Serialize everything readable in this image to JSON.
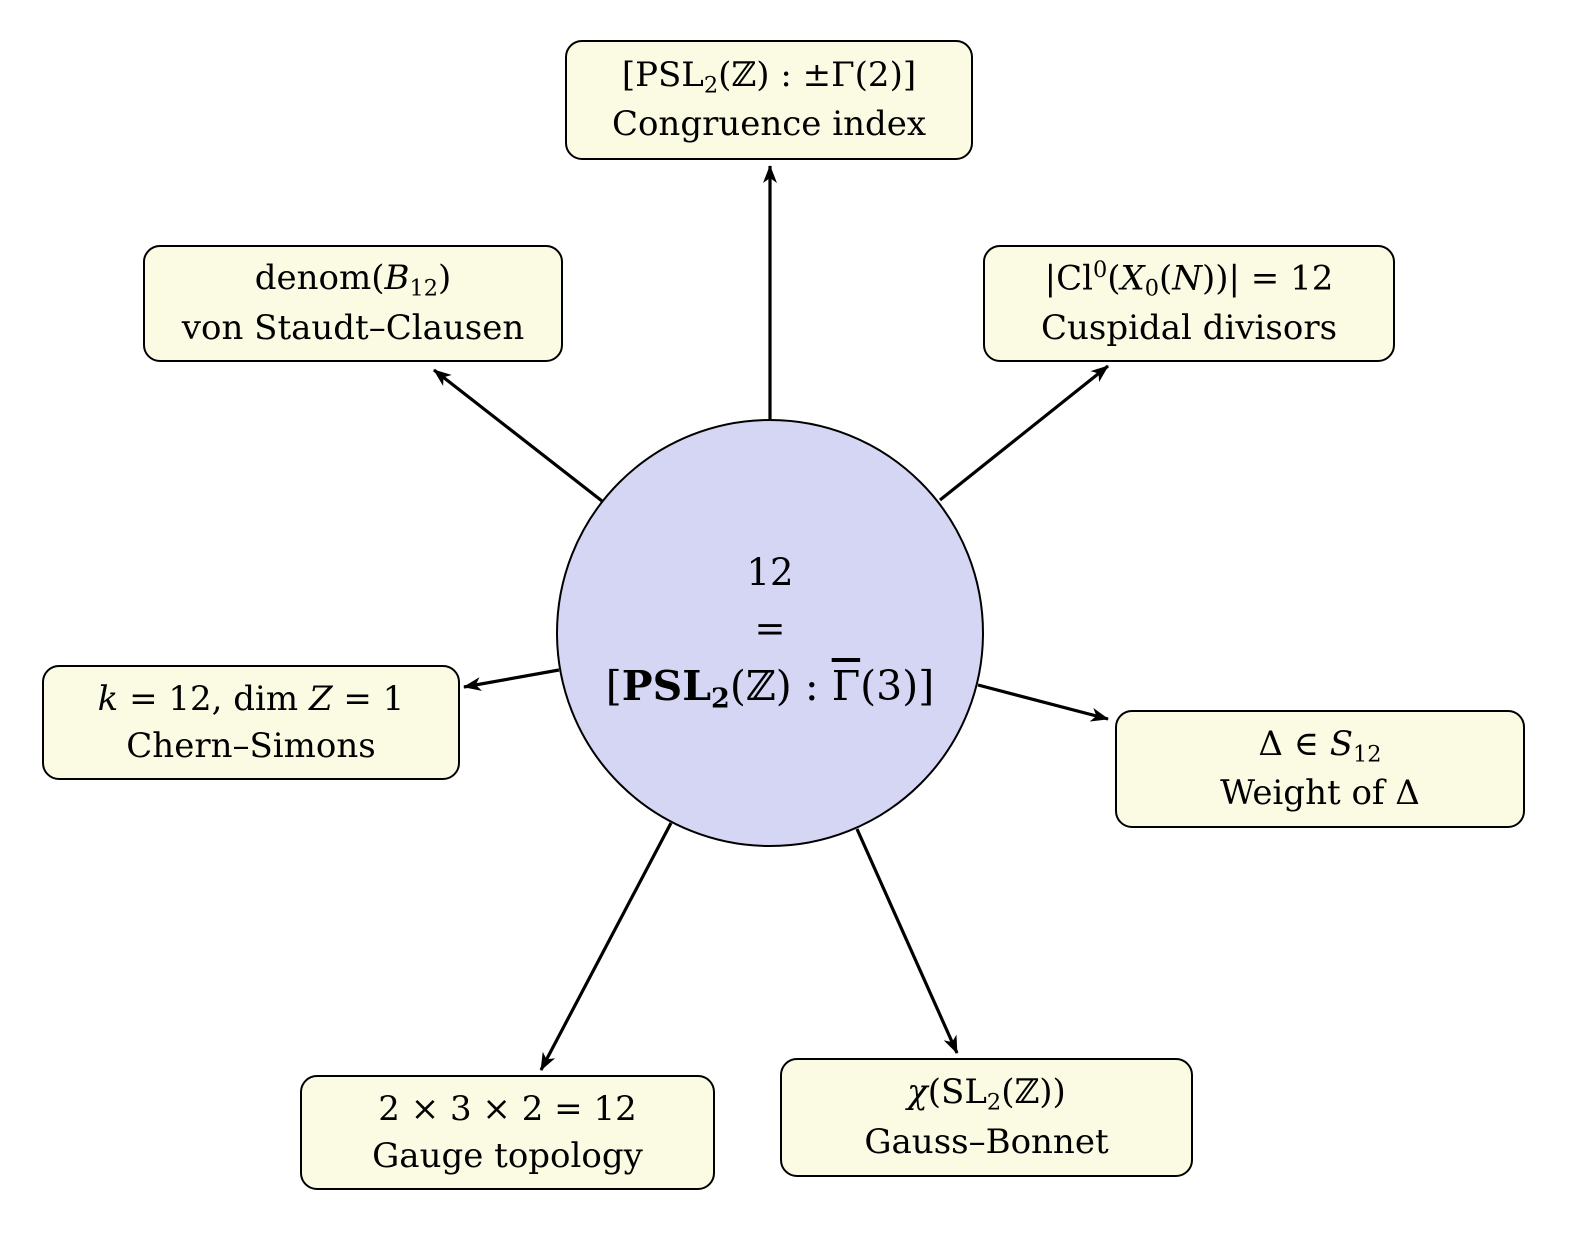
{
  "colors": {
    "background": "#ffffff",
    "node_fill": "#FBFBE4",
    "node_border": "#000000",
    "center_fill": "#D5D5F4",
    "arrow": "#000000"
  },
  "center": {
    "line1": "12",
    "line2": "=",
    "line3_tokens": [
      {
        "t": "["
      },
      {
        "t": "PSL",
        "s": "b"
      },
      {
        "t": "2",
        "s": "b sub"
      },
      {
        "t": "(ℤ) : "
      },
      {
        "t": "Γ",
        "s": "ov"
      },
      {
        "t": "(3)]"
      }
    ]
  },
  "nodes": {
    "congruence_index": {
      "math": [
        {
          "t": "[PSL"
        },
        {
          "t": "2",
          "s": "sub"
        },
        {
          "t": "(ℤ) : ±Γ(2)]"
        }
      ],
      "label": "Congruence index"
    },
    "von_staudt": {
      "math": [
        {
          "t": "denom("
        },
        {
          "t": "B",
          "s": "i"
        },
        {
          "t": "12",
          "s": "sub"
        },
        {
          "t": ")"
        }
      ],
      "label": "von Staudt–Clausen"
    },
    "cuspidal": {
      "math": [
        {
          "t": "|Cl"
        },
        {
          "t": "0",
          "s": "sup"
        },
        {
          "t": "("
        },
        {
          "t": "X",
          "s": "i"
        },
        {
          "t": "0",
          "s": "sub"
        },
        {
          "t": "("
        },
        {
          "t": "N",
          "s": "i"
        },
        {
          "t": "))| = 12"
        }
      ],
      "label": "Cuspidal divisors"
    },
    "chern_simons": {
      "math": [
        {
          "t": "k",
          "s": "i"
        },
        {
          "t": " = 12, dim "
        },
        {
          "t": "Z",
          "s": "i"
        },
        {
          "t": " = 1"
        }
      ],
      "label": "Chern–Simons"
    },
    "weight_delta": {
      "math": [
        {
          "t": "Δ ∈ "
        },
        {
          "t": "S",
          "s": "i"
        },
        {
          "t": "12",
          "s": "sub"
        }
      ],
      "label": "Weight of Δ"
    },
    "gauge_topology": {
      "math": [
        {
          "t": "2 × 3 × 2 = 12"
        }
      ],
      "label": "Gauge topology"
    },
    "gauss_bonnet": {
      "math": [
        {
          "t": "χ",
          "s": "i"
        },
        {
          "t": "(SL"
        },
        {
          "t": "2",
          "s": "sub"
        },
        {
          "t": "(ℤ))"
        }
      ],
      "label": "Gauss–Bonnet"
    }
  }
}
